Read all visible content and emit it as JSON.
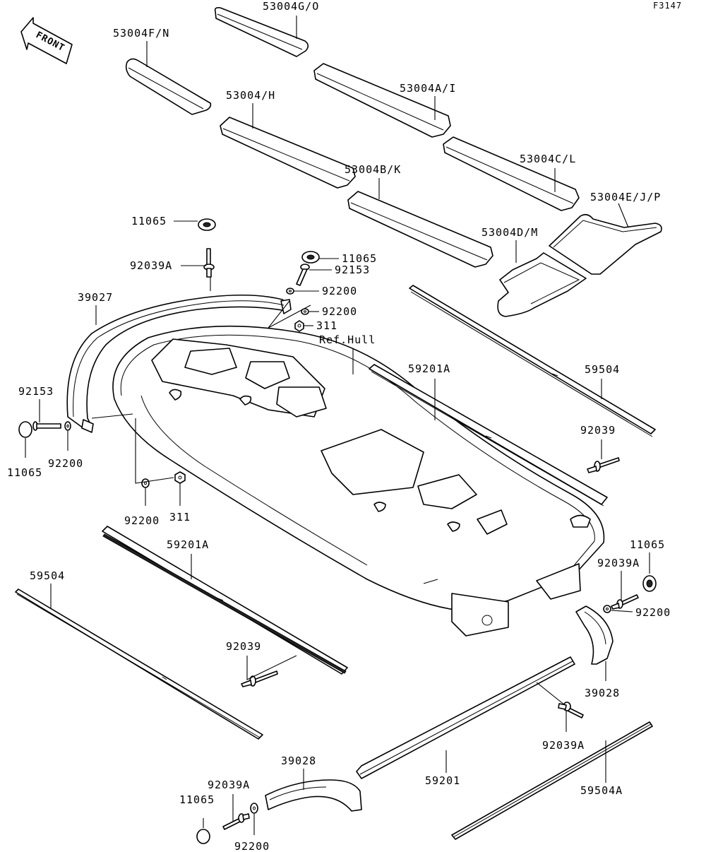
{
  "figure_code": "F3147",
  "front_label": "FRONT",
  "ref_hull_label": "Ref.Hull",
  "part_labels": {
    "mat_g_o": "53004G/O",
    "mat_f_n": "53004F/N",
    "mat_h": "53004/H",
    "mat_a_i": "53004A/I",
    "mat_b_k": "53004B/K",
    "mat_c_l": "53004C/L",
    "mat_e_j_p": "53004E/J/P",
    "mat_d_m": "53004D/M",
    "cap_top": "11065",
    "rivet_top": "92039A",
    "cap_top_right": "11065",
    "bolt_top": "92153",
    "washer_top_1": "92200",
    "washer_top_2": "92200",
    "nut_top": "311",
    "bumper_front": "39027",
    "bolt_left": "92153",
    "washer_left": "92200",
    "cap_left": "11065",
    "washer_low": "92200",
    "nut_low": "311",
    "rail_right_upper": "59201A",
    "strip_right_upper": "59504",
    "rivet_right_upper": "92039",
    "rail_left": "59201A",
    "strip_left": "59504",
    "rivet_left": "92039",
    "cap_right": "11065",
    "rivet_right": "92039A",
    "washer_right": "92200",
    "bumper_rear_right": "39028",
    "rivet_right_mid": "92039A",
    "rail_bottom": "59201",
    "strip_bottom": "59504A",
    "bumper_rear_left": "39028",
    "rivet_bottom": "92039A",
    "cap_bottom": "11065",
    "washer_bottom": "92200"
  }
}
